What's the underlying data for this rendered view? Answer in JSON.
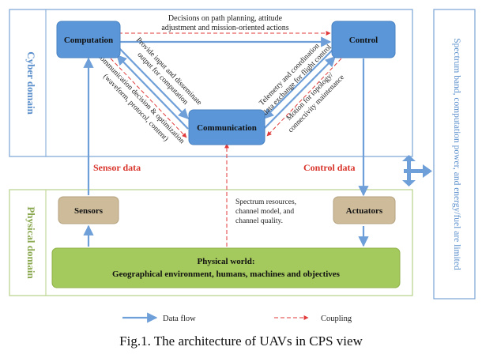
{
  "colors": {
    "domain_border": "#7aa3d6",
    "domain_label": "#5b8fcc",
    "physical_border": "#b7d18a",
    "physical_label": "#8aa84f",
    "node_blue": "#5b97d8",
    "node_brown": "#cdbb9a",
    "physical_world": "#a4c95d",
    "data_flow": "#6f9fd8",
    "coupling": "#e03a3a",
    "sensor_label": "#d9342b"
  },
  "diagram": {
    "cyber_domain_label": "Cyber domain",
    "physical_domain_label": "Physical domain",
    "side_panel_label": "Spectrum band, computation power, and energy/fuel are limited",
    "nodes": {
      "computation": "Computation",
      "control": "Control",
      "communication": "Communication",
      "sensors": "Sensors",
      "actuators": "Actuators",
      "physical_world_line1": "Physical world:",
      "physical_world_line2": "Geographical environment, humans, machines and objectives"
    },
    "annotations": {
      "top_line1": "Decisions on path planning, attitude",
      "top_line2": "adjustment and mission-oriented actions",
      "left_upper_line1": "Provide input and disseminate",
      "left_upper_line2": "output for computation",
      "left_lower_line1": "Communication decision & optimization",
      "left_lower_line2": "(waveform, protocol, content)",
      "right_upper_line1": "Telemetry and coordination",
      "right_upper_line2": "data exchange for flight control",
      "right_lower_line1": "Motion for topology/",
      "right_lower_line2": "connectivity maintenance",
      "sensor_data": "Sensor data",
      "control_data": "Control data",
      "spectrum_line1": "Spectrum resources,",
      "spectrum_line2": "channel model, and",
      "spectrum_line3": "channel quality."
    },
    "legend": {
      "data_flow": "Data flow",
      "coupling": "Coupling"
    }
  },
  "caption": "Fig.1.  The architecture of UAVs in CPS view"
}
